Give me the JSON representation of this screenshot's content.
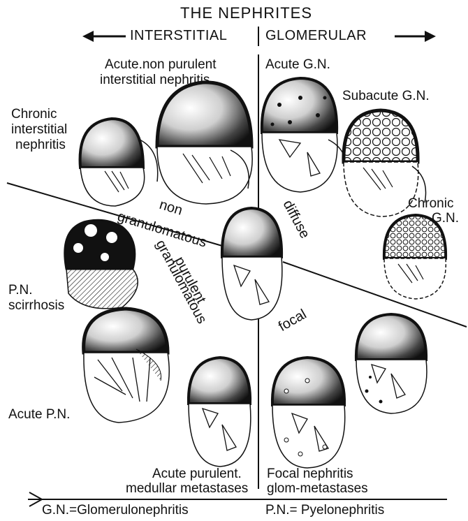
{
  "title": "THE NEPHRITES",
  "left_heading": "INTERSTITIAL",
  "right_heading": "GLOMERULAR",
  "labels": {
    "acute_non_purulent_1": "Acute.non purulent",
    "acute_non_purulent_2": "interstitial nephritis",
    "chronic_interstitial_1": "Chronic",
    "chronic_interstitial_2": "interstitial",
    "chronic_interstitial_3": "nephritis",
    "acute_gn": "Acute G.N.",
    "subacute_gn": "Subacute G.N.",
    "chronic_gn_1": "Chronic",
    "chronic_gn_2": "G.N.",
    "pn_scirrhosis_1": "P.N.",
    "pn_scirrhosis_2": "scirrhosis",
    "acute_pn": "Acute P.N.",
    "acute_purulent_1": "Acute purulent.",
    "acute_purulent_2": "medullar metastases",
    "focal_nephritis_1": "Focal nephritis",
    "focal_nephritis_2": "glom-metastases"
  },
  "axis_labels": {
    "non": "non",
    "granulomatous_1": "granulomatous",
    "purulent": "purulent",
    "granulomatous_2": "granulomatous",
    "diffuse": "diffuse",
    "focal": "focal"
  },
  "legend": {
    "gn": "G.N.=Glomerulonephritis",
    "pn": "P.N.= Pyelonephritis"
  },
  "colors": {
    "ink": "#111111",
    "paper": "#ffffff"
  }
}
